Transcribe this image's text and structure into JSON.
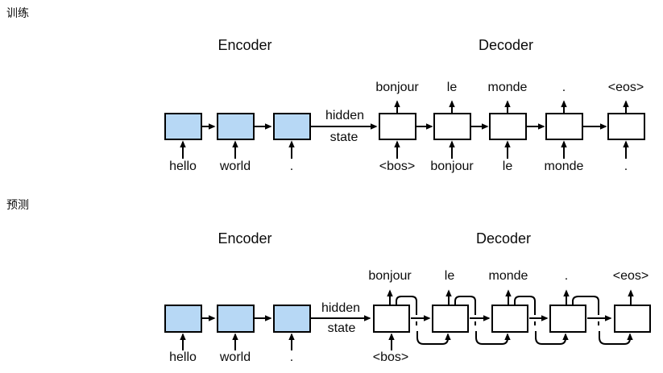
{
  "sections": {
    "training": "训练",
    "prediction": "预测"
  },
  "colors": {
    "encoder_cell_fill": "#b7d8f5",
    "decoder_cell_fill": "#ffffff",
    "line": "#000000"
  },
  "training": {
    "encoder_title": "Encoder",
    "decoder_title": "Decoder",
    "hidden_state_line1": "hidden",
    "hidden_state_line2": "state",
    "encoder_inputs": [
      "hello",
      "world",
      "."
    ],
    "decoder_outputs": [
      "bonjour",
      "le",
      "monde",
      ".",
      "<eos>"
    ],
    "decoder_inputs": [
      "<bos>",
      "bonjour",
      "le",
      "monde",
      "."
    ]
  },
  "prediction": {
    "encoder_title": "Encoder",
    "decoder_title": "Decoder",
    "hidden_state_line1": "hidden",
    "hidden_state_line2": "state",
    "encoder_inputs": [
      "hello",
      "world",
      "."
    ],
    "decoder_outputs": [
      "bonjour",
      "le",
      "monde",
      ".",
      "<eos>"
    ],
    "decoder_inputs": [
      "<bos>"
    ]
  }
}
